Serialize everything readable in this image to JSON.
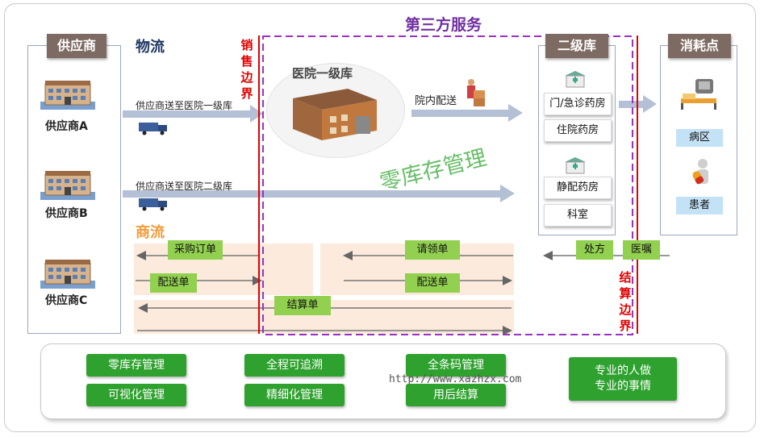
{
  "header": {
    "third_party": "第三方服务",
    "logistics": "物流",
    "commerce": "商流"
  },
  "columns": {
    "supplier": "供应商",
    "secondary": "二级库",
    "consumer": "消耗点"
  },
  "suppliers": [
    "供应商A",
    "供应商B",
    "供应商C"
  ],
  "boundaries": {
    "sales": [
      "销",
      "售",
      "边",
      "界"
    ],
    "settlement": [
      "结",
      "算",
      "边",
      "界"
    ]
  },
  "hospital": {
    "label": "医院一级库",
    "delivery": "院内配送"
  },
  "flows": {
    "to_primary": "供应商送至医院一级库",
    "to_secondary": "供应商送至医院二级库"
  },
  "secondary_items": [
    "门/急诊药房",
    "住院药房",
    "静配药房",
    "科室"
  ],
  "consumer_items": [
    "病区",
    "患者"
  ],
  "watermark": "零库存管理",
  "docs": {
    "purchase": "采购订单",
    "delivery1": "配送单",
    "settlement": "结算单",
    "requisition": "请领单",
    "delivery2": "配送单",
    "prescription": "处方",
    "order": "医嘱"
  },
  "features": [
    "零库存管理",
    "可视化管理",
    "全程可追溯",
    "精细化管理",
    "全条码管理",
    "用后结算",
    "专业的人做\n专业的事情"
  ],
  "url": "http://www.xazhzx.com",
  "colors": {
    "header": "#7d6a62",
    "purple": "#7030a0",
    "red": "#e00000",
    "green": "#2ea12e",
    "arrow": "#b4c0d6"
  }
}
